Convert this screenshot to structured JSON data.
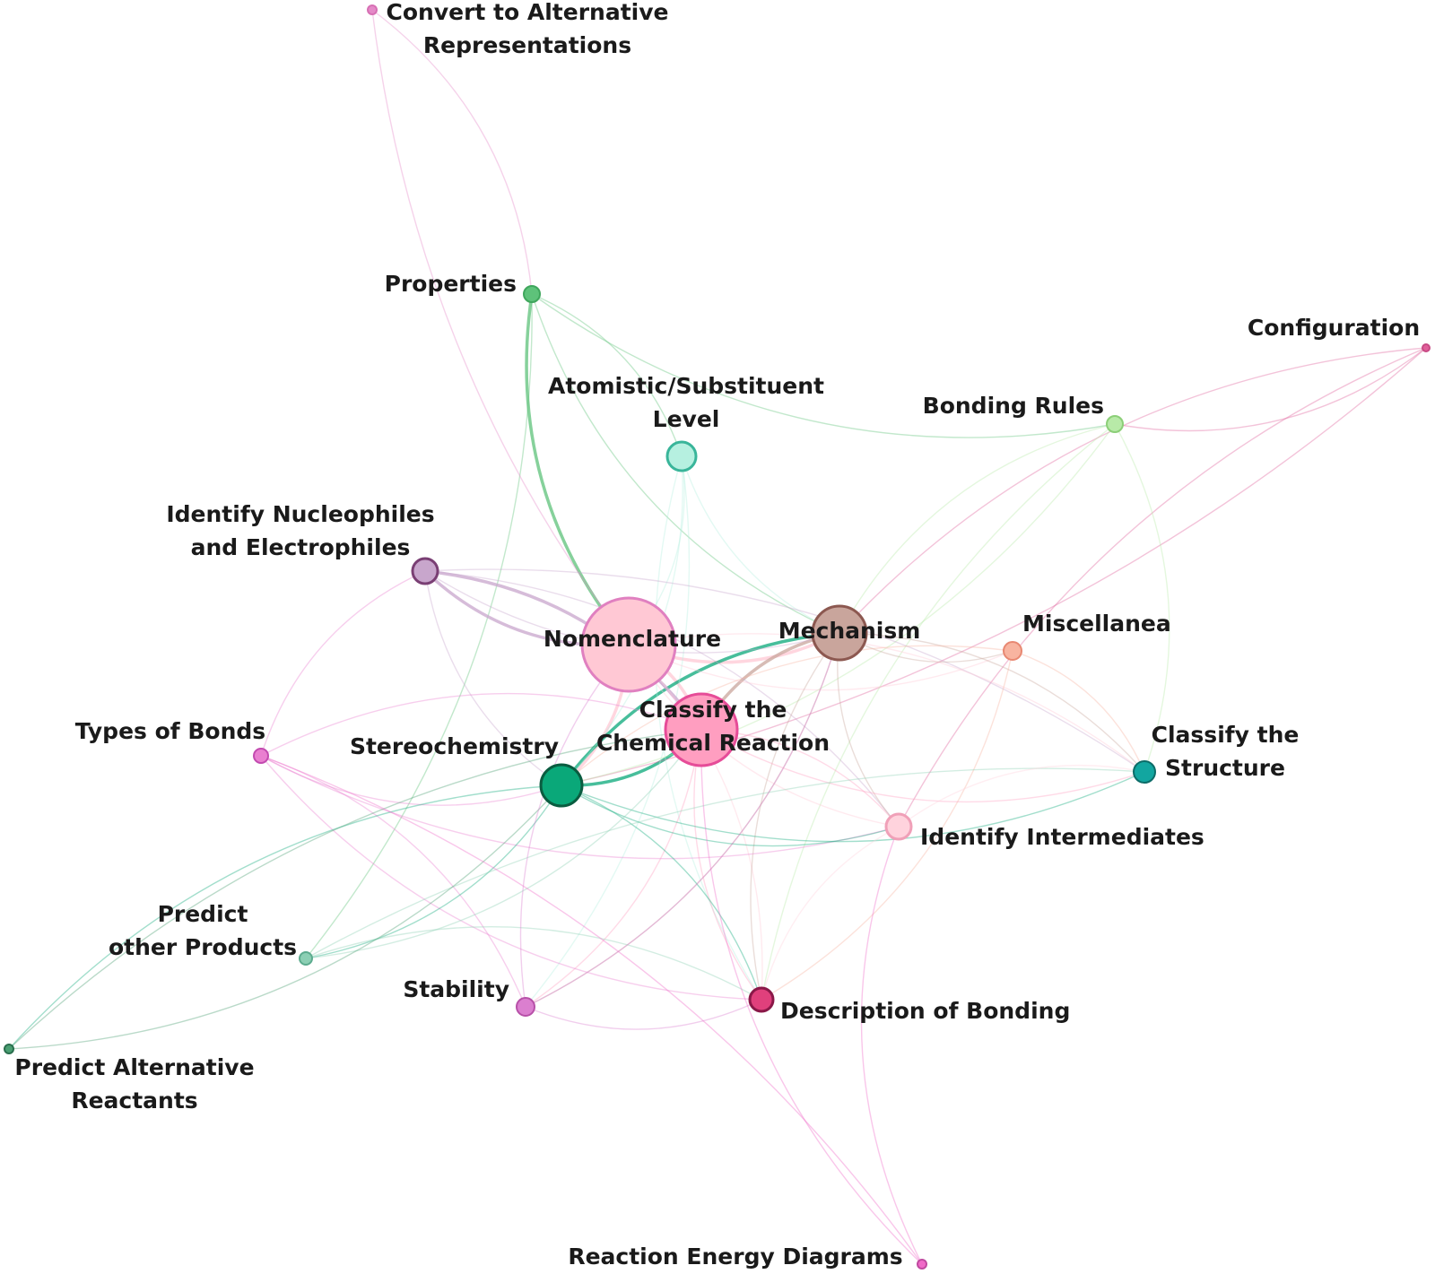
{
  "nodes": [
    {
      "id": "convert",
      "label": [
        "Convert to Alternative",
        "Representations"
      ],
      "color": "#e58ac8"
    },
    {
      "id": "properties",
      "label": [
        "Properties"
      ],
      "color": "#5ec27a"
    },
    {
      "id": "configuration",
      "label": [
        "Configuration"
      ],
      "color": "#e0609a"
    },
    {
      "id": "atomistic",
      "label": [
        "Atomistic/Substituent",
        "Level"
      ],
      "color": "#b6f0e0"
    },
    {
      "id": "bonding-rules",
      "label": [
        "Bonding Rules"
      ],
      "color": "#b8eaa8"
    },
    {
      "id": "nucleophiles",
      "label": [
        "Identify Nucleophiles",
        "and Electrophiles"
      ],
      "color": "#c8a6cc"
    },
    {
      "id": "nomenclature",
      "label": [
        "Nomenclature"
      ],
      "color": "#ffc8d4"
    },
    {
      "id": "mechanism",
      "label": [
        "Mechanism"
      ],
      "color": "#c9a59c"
    },
    {
      "id": "miscellanea",
      "label": [
        "Miscellanea"
      ],
      "color": "#f8b4a0"
    },
    {
      "id": "classify-reaction",
      "label": [
        "Classify the",
        "Chemical Reaction"
      ],
      "color": "#ff9ec0"
    },
    {
      "id": "types-bonds",
      "label": [
        "Types of Bonds"
      ],
      "color": "#e97fd0"
    },
    {
      "id": "stereochemistry",
      "label": [
        "Stereochemistry"
      ],
      "color": "#0aa879"
    },
    {
      "id": "classify-structure",
      "label": [
        "Classify the",
        "Structure"
      ],
      "color": "#12a6a0"
    },
    {
      "id": "intermediates",
      "label": [
        "Identify Intermediates"
      ],
      "color": "#ffd3dd"
    },
    {
      "id": "predict-products",
      "label": [
        "Predict",
        "other Products"
      ],
      "color": "#8ccfb4"
    },
    {
      "id": "stability",
      "label": [
        "Stability"
      ],
      "color": "#db7fcf"
    },
    {
      "id": "description-bonding",
      "label": [
        "Description of Bonding"
      ],
      "color": "#e0407c"
    },
    {
      "id": "predict-reactants",
      "label": [
        "Predict Alternative",
        "Reactants"
      ],
      "color": "#4a9f72"
    },
    {
      "id": "reaction-energy",
      "label": [
        "Reaction Energy Diagrams"
      ],
      "color": "#f06ac8"
    }
  ],
  "edges": [
    [
      "nomenclature",
      "mechanism"
    ],
    [
      "nomenclature",
      "classify-reaction"
    ],
    [
      "mechanism",
      "classify-reaction"
    ],
    [
      "nomenclature",
      "stereochemistry"
    ],
    [
      "stereochemistry",
      "classify-reaction"
    ],
    [
      "stereochemistry",
      "mechanism"
    ],
    [
      "properties",
      "nomenclature"
    ],
    [
      "properties",
      "atomistic"
    ],
    [
      "properties",
      "bonding-rules"
    ],
    [
      "properties",
      "predict-products"
    ],
    [
      "properties",
      "mechanism"
    ],
    [
      "convert",
      "properties"
    ],
    [
      "convert",
      "classify-reaction"
    ],
    [
      "configuration",
      "bonding-rules"
    ],
    [
      "configuration",
      "mechanism"
    ],
    [
      "configuration",
      "stereochemistry"
    ],
    [
      "configuration",
      "intermediates"
    ],
    [
      "atomistic",
      "nomenclature"
    ],
    [
      "atomistic",
      "mechanism"
    ],
    [
      "atomistic",
      "stereochemistry"
    ],
    [
      "atomistic",
      "description-bonding"
    ],
    [
      "atomistic",
      "stability"
    ],
    [
      "bonding-rules",
      "mechanism"
    ],
    [
      "bonding-rules",
      "classify-structure"
    ],
    [
      "bonding-rules",
      "description-bonding"
    ],
    [
      "bonding-rules",
      "stereochemistry"
    ],
    [
      "nucleophiles",
      "nomenclature"
    ],
    [
      "nucleophiles",
      "classify-reaction"
    ],
    [
      "nucleophiles",
      "mechanism"
    ],
    [
      "nucleophiles",
      "classify-structure"
    ],
    [
      "nucleophiles",
      "stereochemistry"
    ],
    [
      "nucleophiles",
      "intermediates"
    ],
    [
      "nomenclature",
      "miscellanea"
    ],
    [
      "nomenclature",
      "classify-structure"
    ],
    [
      "nomenclature",
      "intermediates"
    ],
    [
      "nomenclature",
      "description-bonding"
    ],
    [
      "mechanism",
      "miscellanea"
    ],
    [
      "mechanism",
      "classify-structure"
    ],
    [
      "mechanism",
      "intermediates"
    ],
    [
      "mechanism",
      "stability"
    ],
    [
      "mechanism",
      "description-bonding"
    ],
    [
      "miscellanea",
      "classify-structure"
    ],
    [
      "miscellanea",
      "stereochemistry"
    ],
    [
      "miscellanea",
      "description-bonding"
    ],
    [
      "classify-reaction",
      "classify-structure"
    ],
    [
      "classify-reaction",
      "intermediates"
    ],
    [
      "classify-reaction",
      "description-bonding"
    ],
    [
      "classify-reaction",
      "stability"
    ],
    [
      "types-bonds",
      "stereochemistry"
    ],
    [
      "types-bonds",
      "classify-reaction"
    ],
    [
      "types-bonds",
      "description-bonding"
    ],
    [
      "types-bonds",
      "stability"
    ],
    [
      "types-bonds",
      "intermediates"
    ],
    [
      "types-bonds",
      "nucleophiles"
    ],
    [
      "stereochemistry",
      "classify-structure"
    ],
    [
      "stereochemistry",
      "predict-products"
    ],
    [
      "stereochemistry",
      "predict-reactants"
    ],
    [
      "stereochemistry",
      "description-bonding"
    ],
    [
      "stereochemistry",
      "intermediates"
    ],
    [
      "predict-products",
      "classify-structure"
    ],
    [
      "predict-products",
      "classify-reaction"
    ],
    [
      "predict-products",
      "description-bonding"
    ],
    [
      "predict-reactants",
      "stereochemistry"
    ],
    [
      "predict-reactants",
      "classify-reaction"
    ],
    [
      "stability",
      "description-bonding"
    ],
    [
      "stability",
      "nomenclature"
    ],
    [
      "stability",
      "mechanism"
    ],
    [
      "reaction-energy",
      "classify-reaction"
    ],
    [
      "reaction-energy",
      "types-bonds"
    ],
    [
      "reaction-energy",
      "intermediates"
    ],
    [
      "intermediates",
      "description-bonding"
    ],
    [
      "intermediates",
      "classify-structure"
    ]
  ]
}
